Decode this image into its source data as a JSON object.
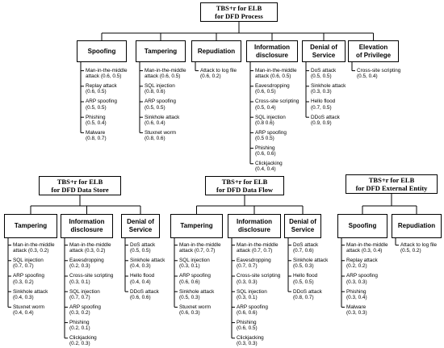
{
  "trees": [
    {
      "id": "process",
      "title": [
        "TBS+r for ELB",
        "for DFD Process"
      ],
      "categories": [
        {
          "name": [
            "Spoofing"
          ],
          "threats": [
            [
              "Man-in-the-middle",
              "attack (0.6, 0.5)"
            ],
            [
              "Replay attack",
              "(0.6, 0.5)"
            ],
            [
              "ARP spoofing",
              "(0.5, 0.5)"
            ],
            [
              "Phishing",
              "(0.5, 0.4)"
            ],
            [
              "Malware",
              "(0.8, 0.7)"
            ]
          ]
        },
        {
          "name": [
            "Tampering"
          ],
          "threats": [
            [
              "Man-in-the-middle",
              "attack (0.6, 0.5)"
            ],
            [
              "SQL injection",
              "(0.8, 0.6)"
            ],
            [
              "ARP spoofing",
              "(0.5, 0.5)"
            ],
            [
              "Sinkhole attack",
              "(0.6, 0.4)"
            ],
            [
              "Stuxnet worm",
              "(0.8, 0.6)"
            ]
          ]
        },
        {
          "name": [
            "Repudiation"
          ],
          "threats": [
            [
              "Attack to log file",
              "(0.6, 0.2)"
            ]
          ]
        },
        {
          "name": [
            "Information",
            "disclosure"
          ],
          "threats": [
            [
              "Man-in-the-middle",
              "attack (0.6, 0.5)"
            ],
            [
              "Eavesdropping",
              "(0.6, 0.5)"
            ],
            [
              "Cross-site scripting",
              "(0.5, 0.4)"
            ],
            [
              "SQL injection",
              "(0.8 0.6)"
            ],
            [
              "ARP spoofing",
              "(0.5 0.5)"
            ],
            [
              "Phishing",
              "(0.6, 0.6)"
            ],
            [
              "Clickjacking",
              "(0.4, 0.4)"
            ]
          ]
        },
        {
          "name": [
            "Denial of",
            "Service"
          ],
          "threats": [
            [
              "DoS attack",
              "(0.5, 0.5)"
            ],
            [
              "Sinkhole attack",
              "(0.3, 0.3)"
            ],
            [
              "Hello flood",
              "(0.7, 0.5)"
            ],
            [
              "DDoS attack",
              "(0.9, 0.9)"
            ]
          ]
        },
        {
          "name": [
            "Elevation",
            "of Privilege"
          ],
          "threats": [
            [
              "Cross-site scripting",
              "(0.5, 0.4)"
            ]
          ]
        }
      ]
    },
    {
      "id": "datastore",
      "title": [
        "TBS+r for ELB",
        "for DFD Data Store"
      ],
      "categories": [
        {
          "name": [
            "Tampering"
          ],
          "threats": [
            [
              "Man-in-the-middle",
              "attack (0.3, 0.2)"
            ],
            [
              "SQL injection",
              "(0.7, 0.7)"
            ],
            [
              "ARP spoofing",
              "(0.3, 0.2)"
            ],
            [
              "Sinkhole attack",
              "(0.4, 0.3)"
            ],
            [
              "Stuxnet worm",
              "(0.4, 0.4)"
            ]
          ]
        },
        {
          "name": [
            "Information",
            "disclosure"
          ],
          "threats": [
            [
              "Man-in-the-middle",
              "attack (0.3, 0.2)"
            ],
            [
              "Eavesdropping",
              "(0.2, 0.3)"
            ],
            [
              "Cross-site scripting",
              "(0.3, 0.1)"
            ],
            [
              "SQL injection",
              "(0.7, 0.7)"
            ],
            [
              "ARP spoofing",
              "(0.3, 0.2)"
            ],
            [
              "Phishing",
              "(0.2, 0.1)"
            ],
            [
              "Clickjacking",
              "(0.2, 0.3)"
            ]
          ]
        },
        {
          "name": [
            "Denial of",
            "Service"
          ],
          "threats": [
            [
              "DoS attack",
              "(0.5, 0.5)"
            ],
            [
              "Sinkhole attack",
              "(0.4, 0.3)"
            ],
            [
              "Hello flood",
              "(0.4, 0.4)"
            ],
            [
              "DDoS attack",
              "(0.6, 0.6)"
            ]
          ]
        }
      ]
    },
    {
      "id": "dataflow",
      "title": [
        "TBS+r for ELB",
        "for DFD Data Flow"
      ],
      "categories": [
        {
          "name": [
            "Tampering"
          ],
          "threats": [
            [
              "Man-in-the-middle",
              "attack (0.7, 0.7)"
            ],
            [
              "SQL injection",
              "(0.3, 0.1)"
            ],
            [
              "ARP spoofing",
              "(0.6, 0.6)"
            ],
            [
              "Sinkhole attack",
              "(0.5, 0.3)"
            ],
            [
              "Stuxnet worm",
              "(0.6, 0.3)"
            ]
          ]
        },
        {
          "name": [
            "Information",
            "disclosure"
          ],
          "threats": [
            [
              "Man-in-the-middle",
              "attack (0.7, 0.7)"
            ],
            [
              "Eavesdropping",
              "(0.7, 0.7)"
            ],
            [
              "Cross-site scripting",
              "(0.3, 0.3)"
            ],
            [
              "SQL injection",
              "(0.3, 0.1)"
            ],
            [
              "ARP spoofing",
              "(0.6, 0.6)"
            ],
            [
              "Phishing",
              "(0.6, 0.5)"
            ],
            [
              "Clickjacking",
              "(0.3, 0.3)"
            ]
          ]
        },
        {
          "name": [
            "Denial of",
            "Service"
          ],
          "threats": [
            [
              "DoS attack",
              "(0.7, 0.6)"
            ],
            [
              "Sinkhole attack",
              "(0.5, 0.3)"
            ],
            [
              "Hello flood",
              "(0.5, 0.5)"
            ],
            [
              "DDoS attack",
              "(0.8, 0.7)"
            ]
          ]
        }
      ]
    },
    {
      "id": "external",
      "title": [
        "TBS+r for ELB",
        "for DFD External Entity"
      ],
      "categories": [
        {
          "name": [
            "Spoofing"
          ],
          "threats": [
            [
              "Man-in-the-middle",
              "attack (0.3, 0.4)"
            ],
            [
              "Replay attack",
              "(0.2, 0.2)"
            ],
            [
              "ARP spoofing",
              "(0.3, 0.3)"
            ],
            [
              "Phishing",
              "(0.3, 0.4)"
            ],
            [
              "Malware",
              "(0.3, 0.3)"
            ]
          ]
        },
        {
          "name": [
            "Repudiation"
          ],
          "threats": [
            [
              "Attack to log file",
              "(0.5, 0.2)"
            ]
          ]
        }
      ]
    }
  ]
}
